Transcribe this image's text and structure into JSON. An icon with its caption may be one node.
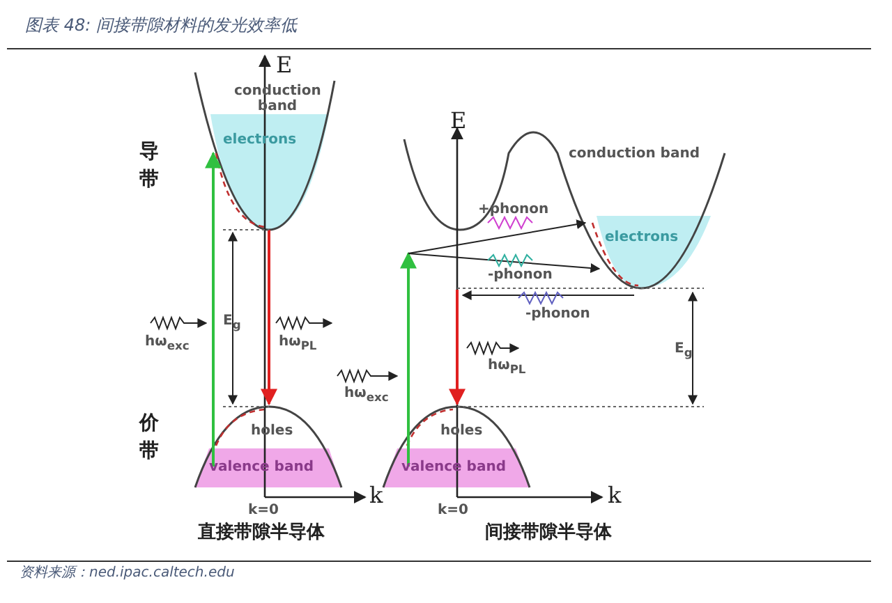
{
  "diagram": {
    "title": "图表 48: 间接带隙材料的发光效率低",
    "caption": "资料来源：ned.ipac.caltech.edu",
    "labels": [
      "E",
      "conduction band",
      "electrons",
      "导带",
      "hω$_{exc}$",
      "E$_{g}$",
      "hω$_{PL}$",
      "价带",
      "holes",
      "valence band",
      "k",
      "k=0",
      "直接带隙半导体",
      "E",
      "conduction band",
      "+phonon",
      "electrons",
      "-phonon",
      "-phonon",
      "E$_{g}$",
      "hω$_{PL}$",
      "hω$_{exc}$",
      "holes",
      "valence band",
      "k",
      "k=0",
      "间接带隙半导体"
    ]
  }
}
